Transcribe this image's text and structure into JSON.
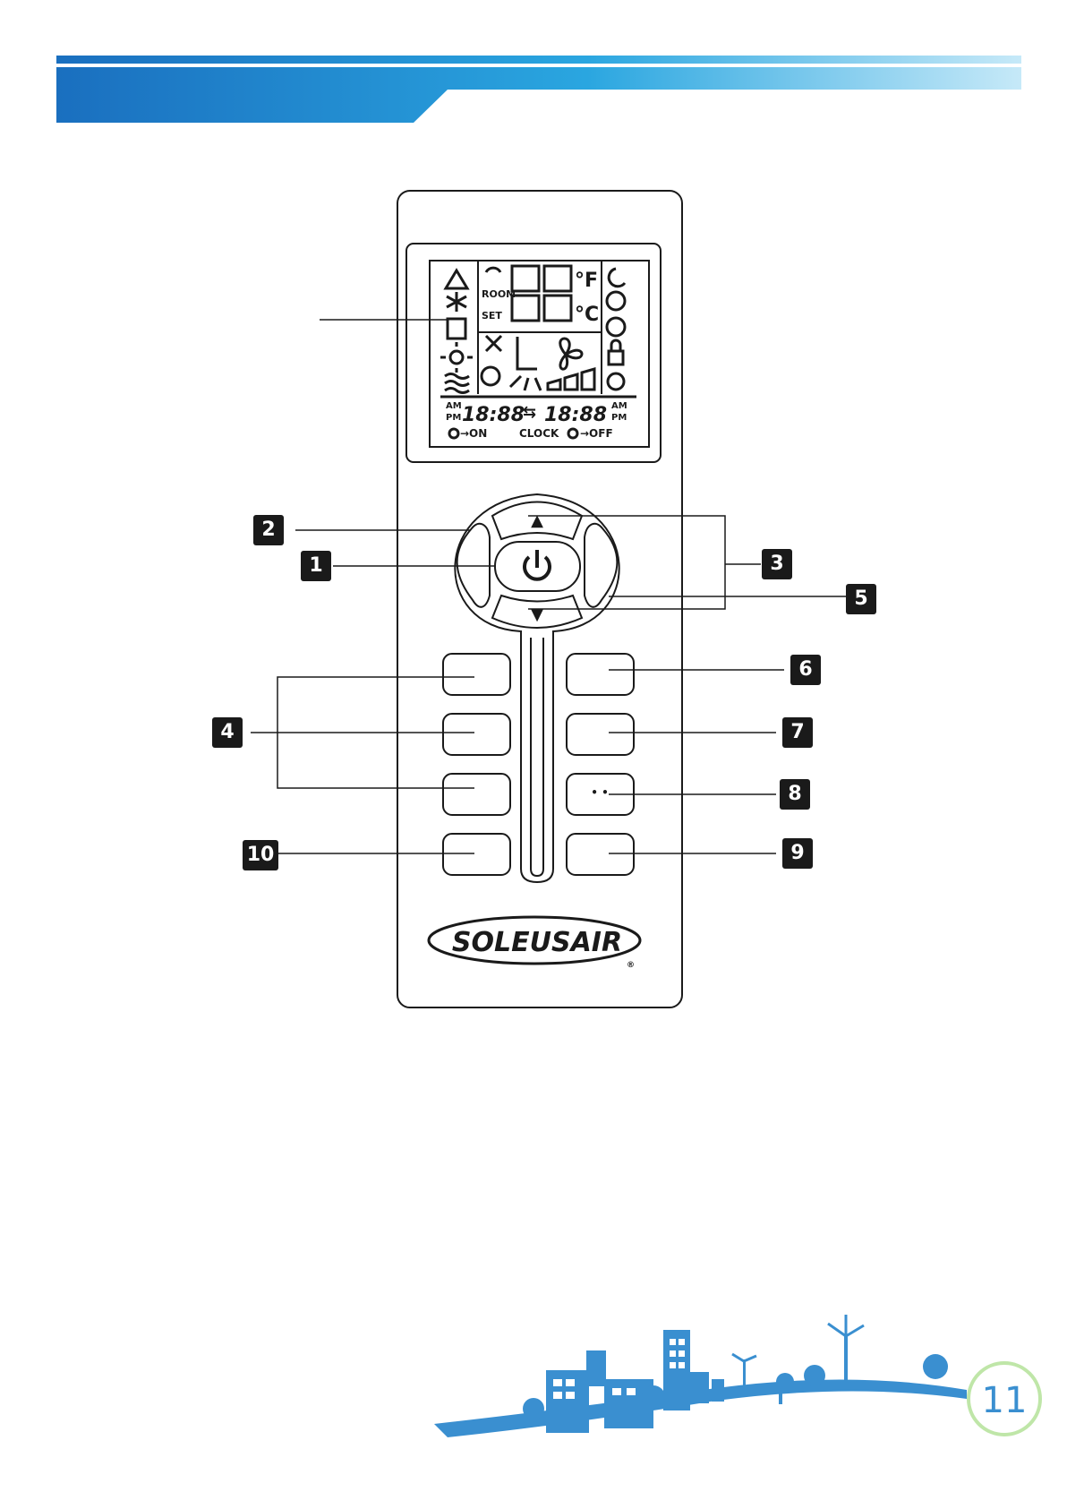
{
  "lcd": {
    "room": "ROOM",
    "set": "SET",
    "big_digits": "88",
    "unit_f": "°F",
    "unit_c": "°C",
    "am_left": "AM",
    "pm_left": "PM",
    "time_left": "18:88",
    "time_right": "18:88",
    "am_right": "AM",
    "pm_right": "PM",
    "timer_on": "→ON",
    "clock": "CLOCK",
    "timer_off": "→OFF"
  },
  "remote": {
    "up_symbol": "▲",
    "down_symbol": "▼",
    "dots": "• •",
    "brand": "SOLEUSAIR",
    "registered": "®"
  },
  "callouts": [
    "1",
    "2",
    "3",
    "4",
    "5",
    "6",
    "7",
    "8",
    "9",
    "10"
  ],
  "page_number": "11",
  "colors": {
    "header_blue": "#1f78c8",
    "header_light": "#8ed0f0",
    "city_blue": "#3a8fd0"
  }
}
